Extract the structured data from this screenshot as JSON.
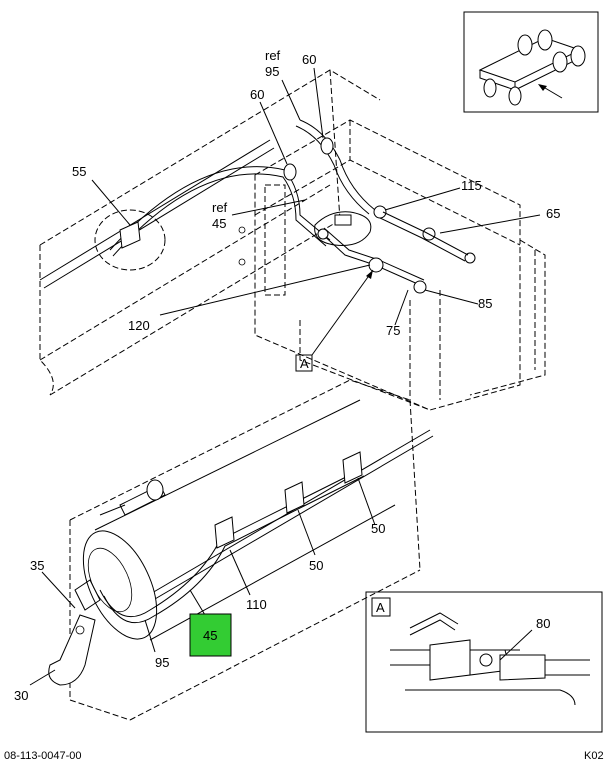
{
  "callouts": {
    "c55": "55",
    "ref_a": "ref",
    "c95_top": "95",
    "c60_left": "60",
    "c60_right": "60",
    "ref_b": "ref",
    "c45_top": "45",
    "c115": "115",
    "c65": "65",
    "c120": "120",
    "c75": "75",
    "c85": "85",
    "view_a": "A",
    "c35": "35",
    "c30": "30",
    "c95_bottom": "95",
    "c45_highlight": "45",
    "c110": "110",
    "c50_left": "50",
    "c50_right": "50",
    "detail_a": "A",
    "c80": "80"
  },
  "footer": {
    "drawing_number": "08-113-0047-00",
    "code": "K02"
  },
  "colors": {
    "highlight": "#33cc33",
    "line": "#000000"
  }
}
